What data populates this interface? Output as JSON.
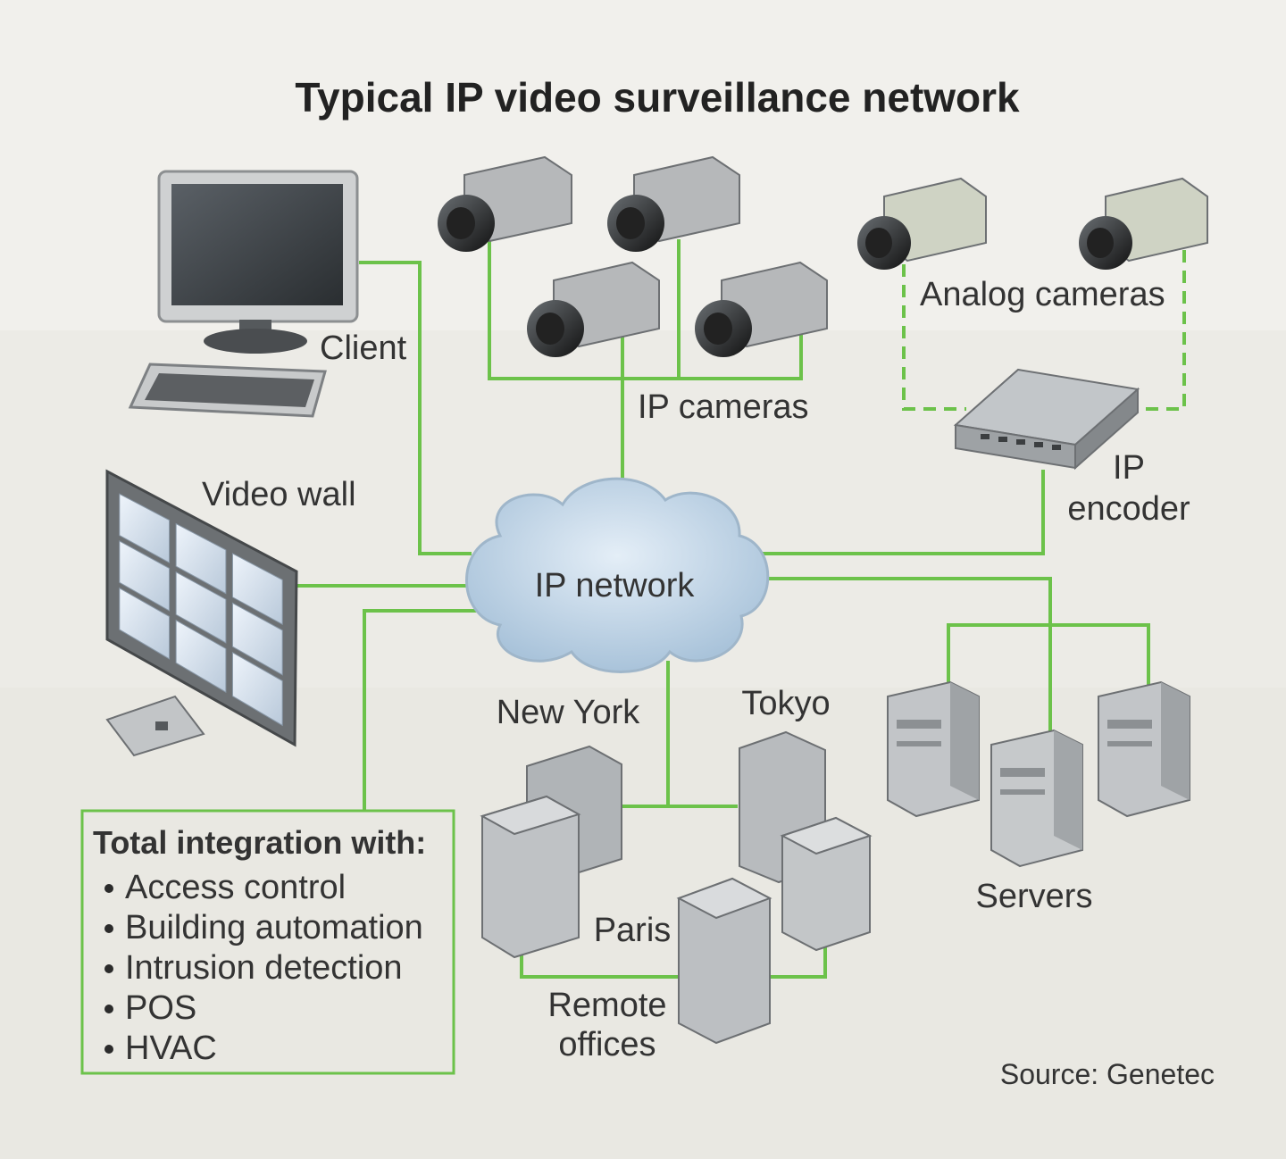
{
  "title": "Typical IP video surveillance network",
  "labels": {
    "client": "Client",
    "ip_cameras": "IP cameras",
    "analog_cameras": "Analog cameras",
    "ip_encoder_line1": "IP",
    "ip_encoder_line2": "encoder",
    "video_wall": "Video wall",
    "ip_network": "IP network",
    "new_york": "New York",
    "tokyo": "Tokyo",
    "paris": "Paris",
    "remote_offices_line1": "Remote",
    "remote_offices_line2": "offices",
    "servers": "Servers"
  },
  "integration": {
    "heading": "Total integration with:",
    "items": [
      "Access control",
      "Building automation",
      "Intrusion detection",
      "POS",
      "HVAC"
    ]
  },
  "source": "Source: Genetec",
  "colors": {
    "link": "#6cc24a",
    "background": "#efeee9",
    "cloud": "#c9dbea",
    "device": "#b8bcbf"
  }
}
